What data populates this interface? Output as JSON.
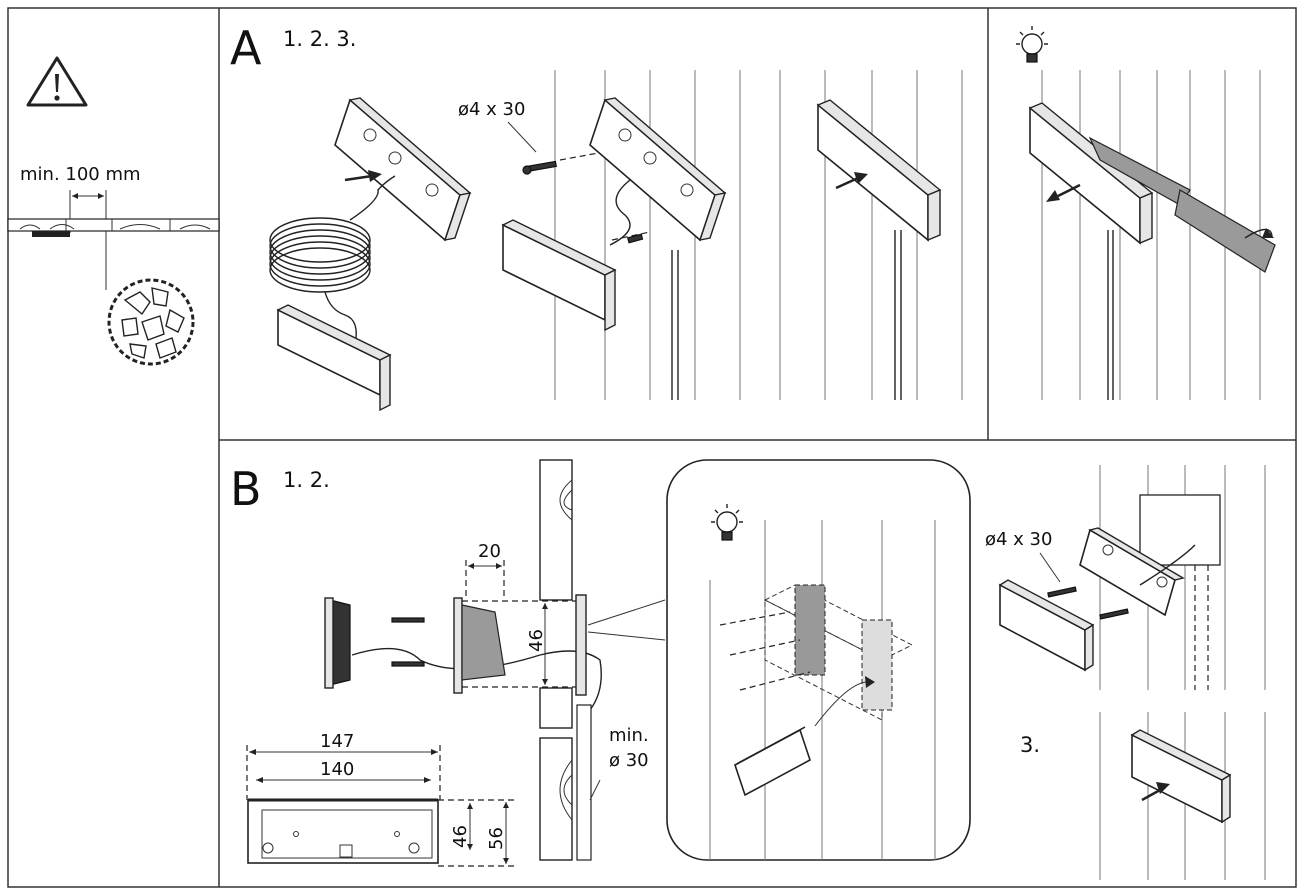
{
  "panel_a": {
    "letter": "A",
    "steps": "1. 2. 3.",
    "screw_label": "ø4 x 30"
  },
  "safety": {
    "clearance_label": "min. 100 mm"
  },
  "panel_b": {
    "letter": "B",
    "steps": "1. 2.",
    "step3": "3.",
    "screw_label": "ø4 x 30",
    "dim_depth": "20",
    "dim_height": "46",
    "dim_min_label": "min.",
    "dim_hole": "ø 30",
    "dim_width_outer": "147",
    "dim_width_inner": "140",
    "dim_h_inner": "46",
    "dim_h_outer": "56"
  },
  "icons": [
    "warning-icon",
    "lightbulb-icon",
    "heater-stones-icon",
    "screw-icon",
    "cable-coil-icon"
  ]
}
